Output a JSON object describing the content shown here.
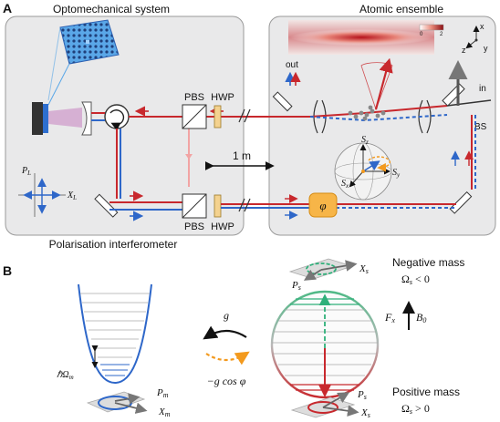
{
  "panel_a": {
    "letter": "A",
    "left_box_title": "Optomechanical system",
    "right_box_title": "Atomic ensemble",
    "bottom_label": "Polarisation interferometer",
    "pbs_top": "PBS",
    "hwp_top": "HWP",
    "pbs_bottom": "PBS",
    "hwp_bottom": "HWP",
    "distance": "1 m",
    "out_label": "out",
    "in_label": "in",
    "bs_label": "BS",
    "phase_label": "φ",
    "axis_pl": "P",
    "axis_pl_sub": "L",
    "axis_xl": "X",
    "axis_xl_sub": "L",
    "colorbar_min": "0",
    "colorbar_max": "2",
    "axis_x": "x",
    "axis_y": "y",
    "axis_z": "z",
    "sphere_sz": "S",
    "sphere_sz_sub": "z",
    "sphere_sy": "S",
    "sphere_sy_sub": "y",
    "sphere_sx": "S",
    "sphere_sx_sub": "x"
  },
  "panel_b": {
    "letter": "B",
    "negative_mass": "Negative mass",
    "negative_cond": "Ω",
    "negative_cond_sub": "s",
    "negative_cond_rest": " < 0",
    "positive_mass": "Positive mass",
    "positive_cond": "Ω",
    "positive_cond_sub": "s",
    "positive_cond_rest": " > 0",
    "coupling_g": "g",
    "coupling_back": "−g cos φ",
    "hbar_omega": "ℏΩ",
    "hbar_omega_sub": "m",
    "pm": "P",
    "pm_sub": "m",
    "xm": "X",
    "xm_sub": "m",
    "ps_top": "P",
    "ps_top_sub": "s",
    "xs_top": "X",
    "xs_top_sub": "s",
    "ps_bottom": "P",
    "ps_bottom_sub": "s",
    "xs_bottom": "X",
    "xs_bottom_sub": "s",
    "fx": "F",
    "fx_sub": "x",
    "b0": "B",
    "b0_sub": "0"
  },
  "colors": {
    "red": "#c8282d",
    "blue": "#2e67c9",
    "green": "#2fb07a",
    "orange": "#f39a1e",
    "box_fill": "#e9e9ea",
    "box_stroke": "#9a9a9a"
  }
}
